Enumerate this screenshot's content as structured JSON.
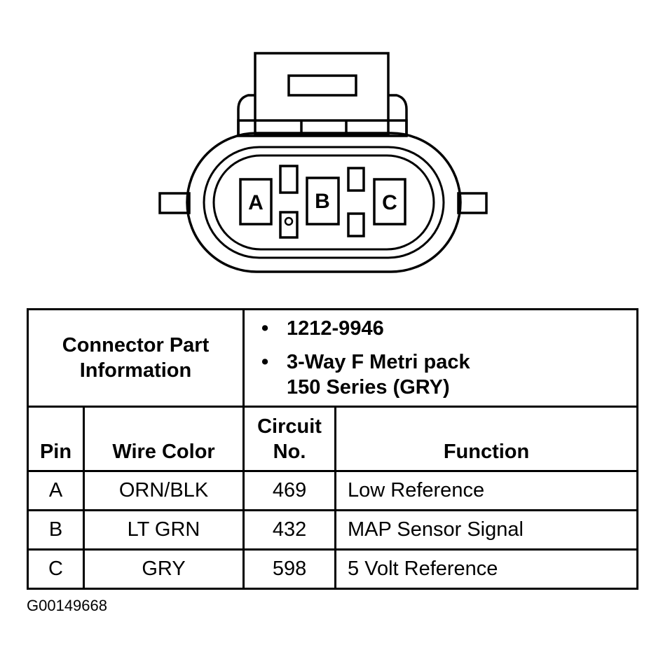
{
  "connector": {
    "pins": [
      "A",
      "B",
      "C"
    ]
  },
  "info": {
    "label_lines": [
      "Connector Part",
      "Information"
    ],
    "part_items": [
      {
        "lines": [
          "1212-9946"
        ]
      },
      {
        "lines": [
          "3-Way F Metri pack",
          "150 Series (GRY)"
        ]
      }
    ]
  },
  "table": {
    "headers": {
      "pin": "Pin",
      "wire": "Wire Color",
      "circuit_lines": [
        "Circuit",
        "No."
      ],
      "function": "Function"
    },
    "rows": [
      {
        "pin": "A",
        "wire": "ORN/BLK",
        "circuit": "469",
        "function": "Low Reference"
      },
      {
        "pin": "B",
        "wire": "LT GRN",
        "circuit": "432",
        "function": "MAP Sensor Signal"
      },
      {
        "pin": "C",
        "wire": "GRY",
        "circuit": "598",
        "function": "5 Volt Reference"
      }
    ]
  },
  "figure_code": "G00149668"
}
